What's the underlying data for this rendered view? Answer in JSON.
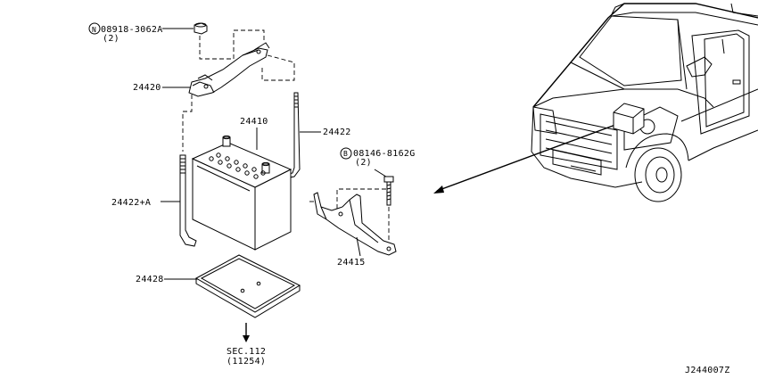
{
  "diagram_id": "J244007Z",
  "parts": {
    "nut_callout_symbol": "N",
    "nut_callout": "08918-3062A",
    "nut_qty": "(2)",
    "bolt_callout_symbol": "B",
    "bolt_callout": "08146-8162G",
    "bolt_qty": "(2)",
    "frame": "24420",
    "battery": "24410",
    "rod_right": "24422",
    "rod_left": "24422+A",
    "bracket": "24415",
    "tray": "24428",
    "section_ref": "SEC.112",
    "section_sub": "(11254)"
  }
}
